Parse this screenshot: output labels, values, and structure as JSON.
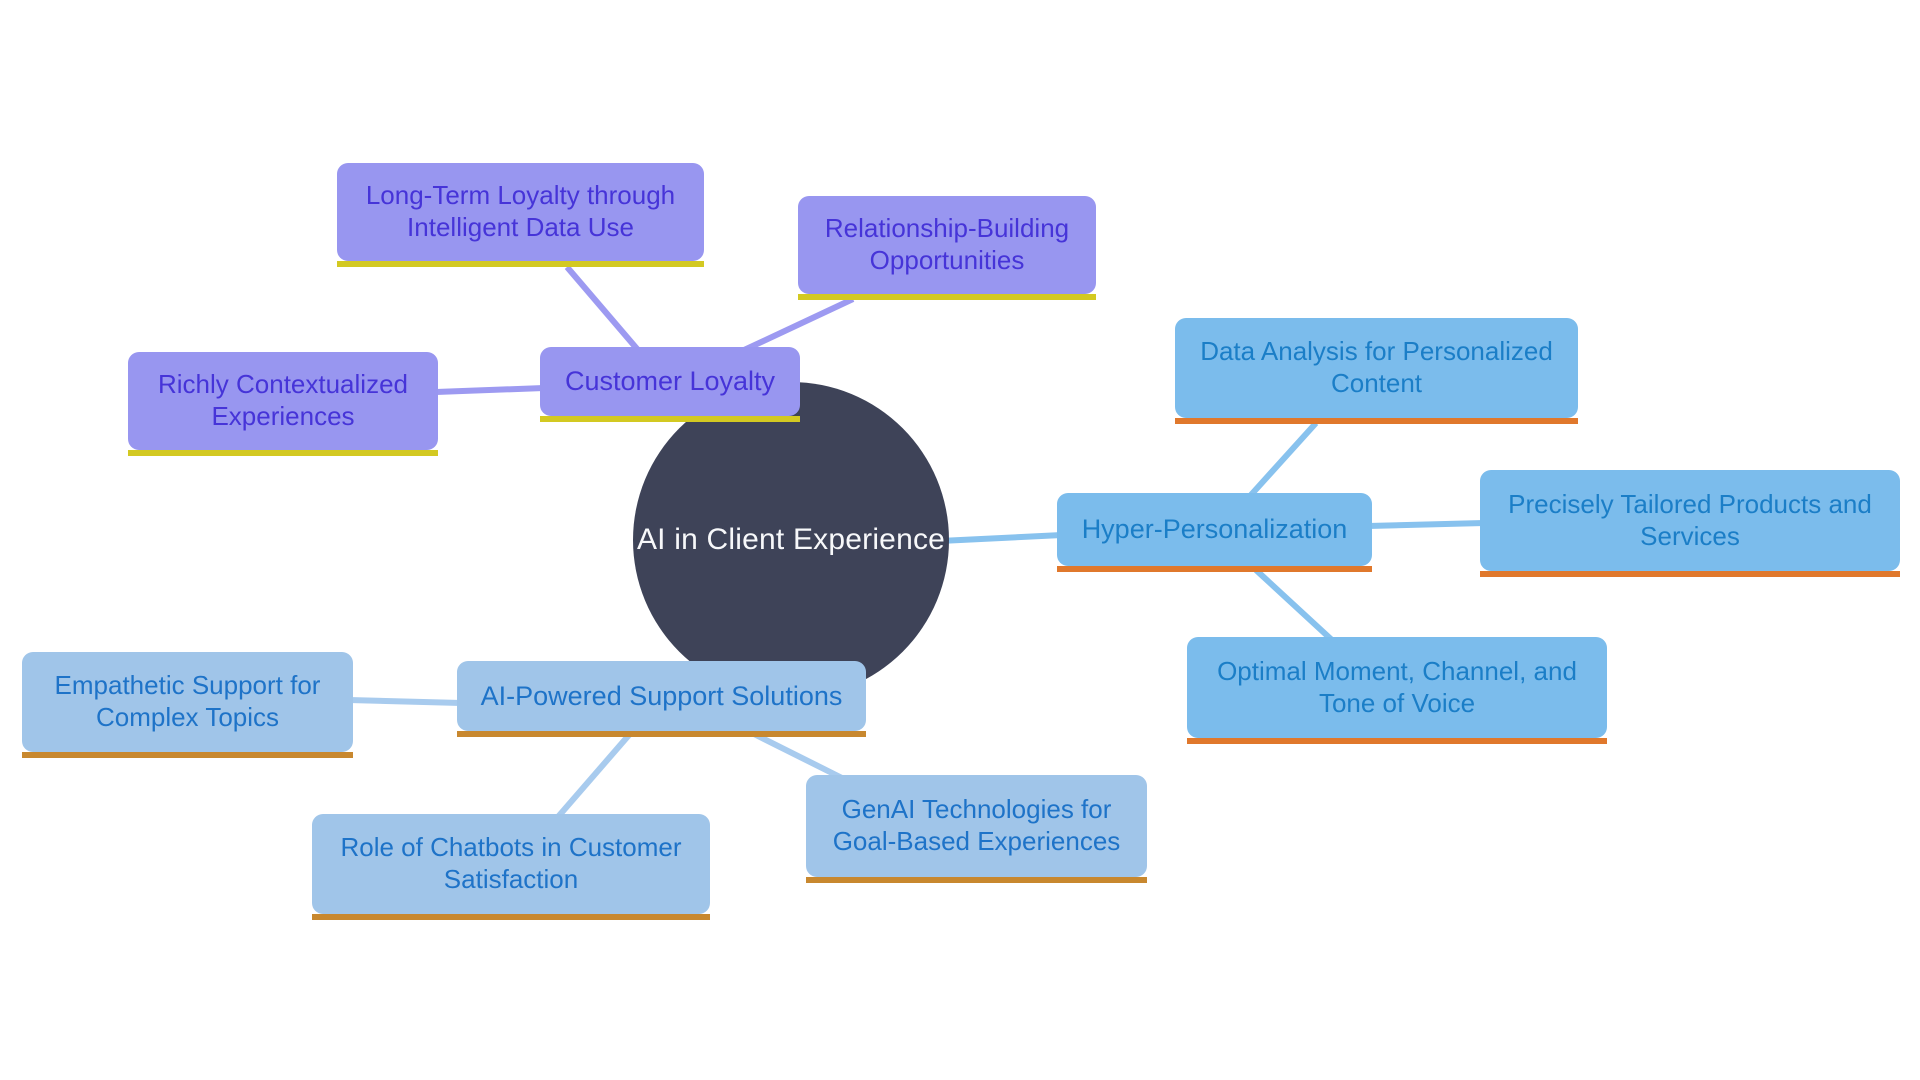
{
  "diagram": {
    "title": "AI in Client Experience mind map",
    "center": {
      "label": "AI in Client Experience"
    },
    "branches": [
      {
        "label": "Customer Loyalty",
        "theme": "purple",
        "children": [
          {
            "label": "Long-Term Loyalty through Intelligent Data Use"
          },
          {
            "label": "Relationship-Building Opportunities"
          },
          {
            "label": "Richly Contextualized Experiences"
          }
        ]
      },
      {
        "label": "Hyper-Personalization",
        "theme": "blue",
        "children": [
          {
            "label": "Data Analysis for Personalized Content"
          },
          {
            "label": "Precisely Tailored Products and Services"
          },
          {
            "label": "Optimal Moment, Channel, and Tone of Voice"
          }
        ]
      },
      {
        "label": "AI-Powered Support Solutions",
        "theme": "blue-muted",
        "children": [
          {
            "label": "Empathetic Support for Complex Topics"
          },
          {
            "label": "Role of Chatbots in Customer Satisfaction"
          },
          {
            "label": "GenAI Technologies for Goal-Based Experiences"
          }
        ]
      }
    ],
    "colors": {
      "background": "#ffffff",
      "center_fill": "#3e4358",
      "center_text": "#f7f8fa",
      "purple_fill": "#9896f0",
      "purple_text": "#4634d8",
      "purple_underline": "#d3c922",
      "purple_connector": "#9d9af1",
      "blue_fill": "#7bbcec",
      "blue_text": "#1b7ec7",
      "blue_underline": "#e0782c",
      "blue_connector": "#88c2ee",
      "blue_muted_fill": "#a0c5e9",
      "blue_muted_text": "#1e73c8",
      "blue_muted_underline": "#c8882f",
      "blue_muted_connector": "#a8cbee"
    }
  }
}
